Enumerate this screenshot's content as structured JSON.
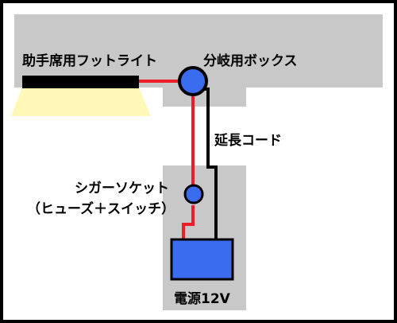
{
  "labels": {
    "foot_light": "助手席用フットライト",
    "junction_box": "分岐用ボックス",
    "extension_cord": "延長コード",
    "socket_line1": "シガーソケット",
    "socket_line2": "（ヒューズ＋スイッチ）",
    "power_source": "電源12V"
  },
  "colors": {
    "red_wire": "#ee1c24",
    "black_wire": "#000000",
    "blue_component": "#3a6cf0",
    "gray_panel": "#c8c8c8",
    "light_glow": "#fff8b8"
  }
}
